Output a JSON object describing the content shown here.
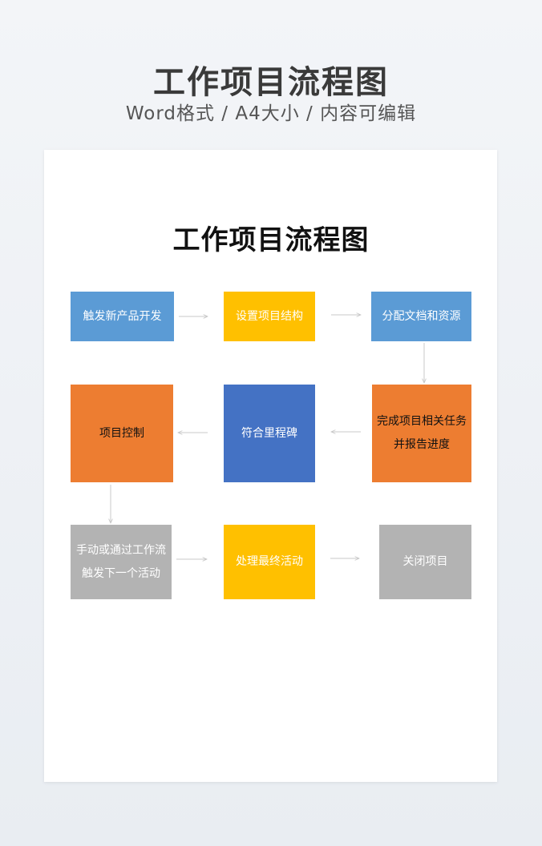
{
  "header": {
    "title": "工作项目流程图",
    "subtitle": "Word格式 / A4大小 / 内容可编辑"
  },
  "document": {
    "title": "工作项目流程图",
    "steps": [
      "触发新产品开发",
      "设置项目结构",
      "分配文档和资源",
      "完成项目相关任务并报告进度",
      "符合里程碑",
      "项目控制",
      "手动或通过工作流触发下一个活动",
      "处理最终活动",
      "关闭项目"
    ]
  },
  "colors": {
    "blue": "#5b9bd5",
    "yellow": "#ffc000",
    "orange": "#ed7d31",
    "dark_blue": "#4472c4",
    "gray": "#b3b3b3",
    "arrow": "#c8c8c8"
  }
}
